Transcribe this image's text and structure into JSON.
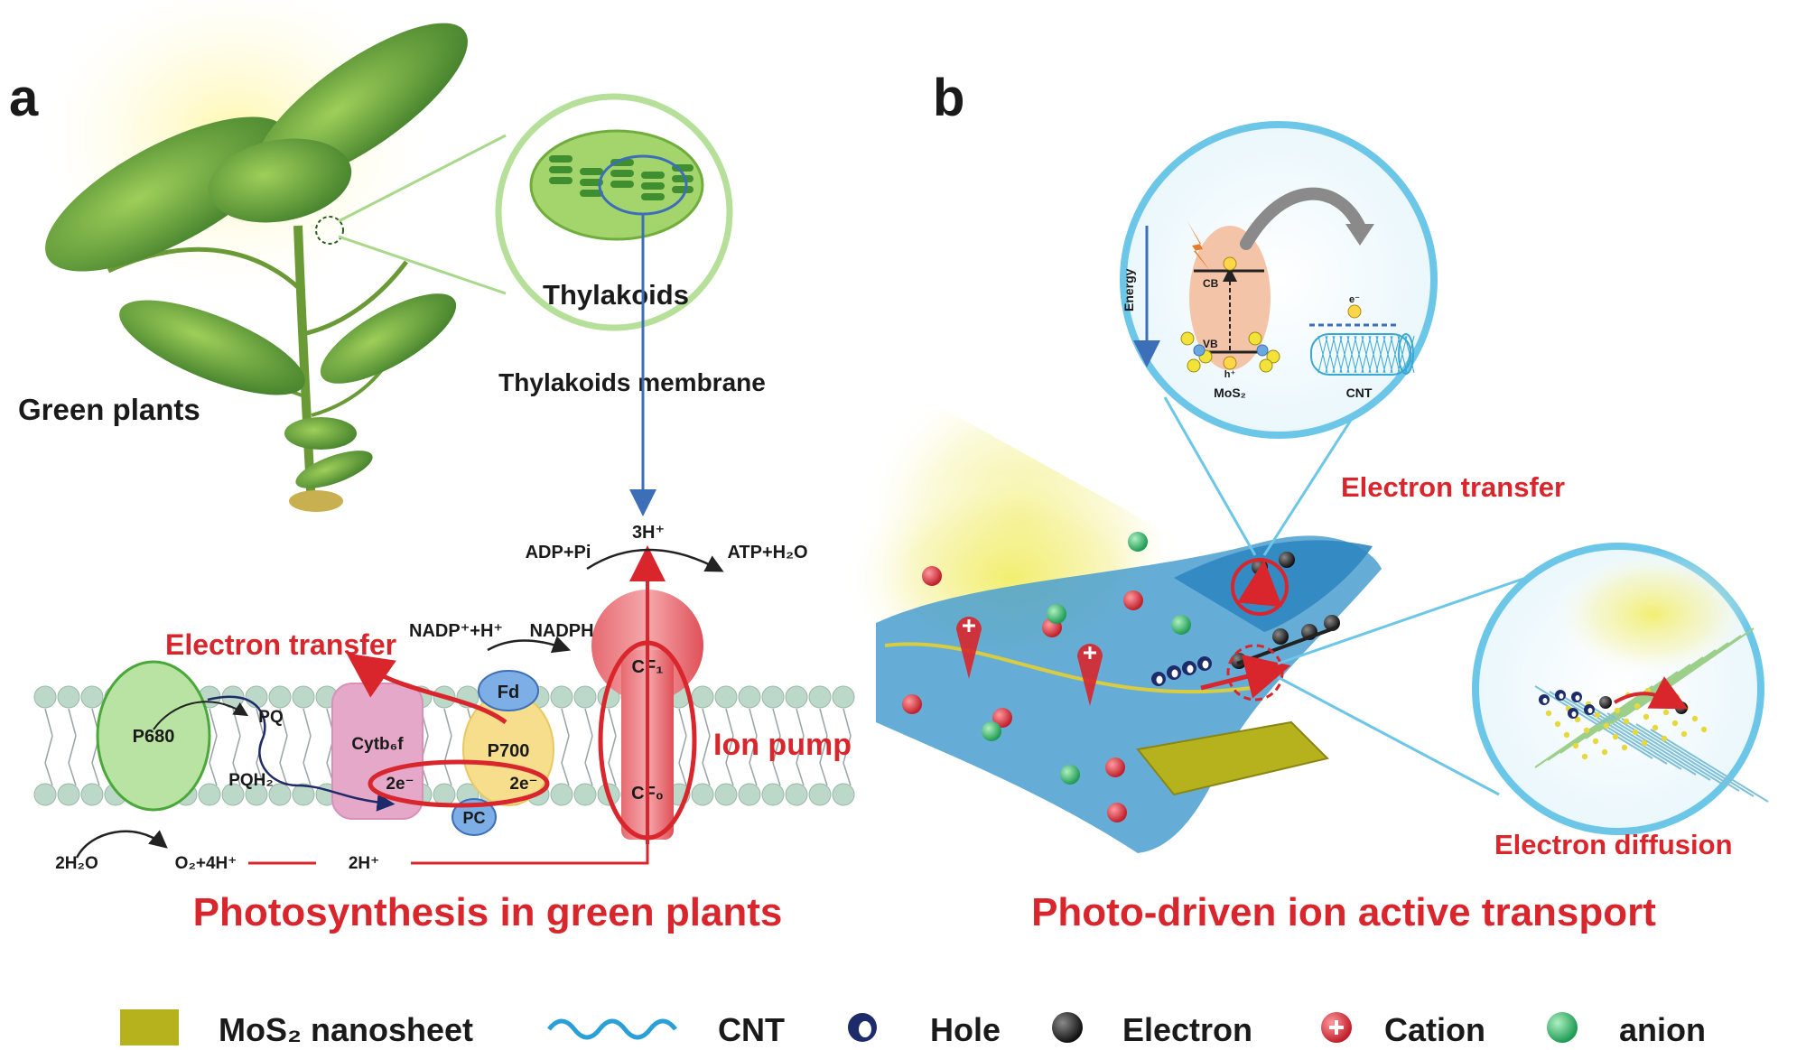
{
  "panel_a": {
    "letter": "a",
    "green_plants": "Green plants",
    "thylakoids": "Thylakoids",
    "thylakoids_membrane": "Thylakoids membrane",
    "h3": "3H⁺",
    "adp_pi": "ADP+Pi",
    "atp_h2o": "ATP+H₂O",
    "nadp_h": "NADP⁺+H⁺",
    "nadph": "NADPH",
    "electron_transfer": "Electron transfer",
    "fd": "Fd",
    "cf1": "CF₁",
    "ion_pump": "Ion pump",
    "p680": "P680",
    "pq": "PQ",
    "pqh2": "PQH₂",
    "cytb6f": "Cytb₆f",
    "e2_left": "2e⁻",
    "e2_right": "2e⁻",
    "p700": "P700",
    "pc": "PC",
    "cf0": "CF₀",
    "h2o": "2H₂O",
    "o2_h": "O₂+4H⁺",
    "h2": "2H⁺",
    "title": "Photosynthesis in green plants"
  },
  "panel_b": {
    "letter": "b",
    "energy": "Energy",
    "cb": "CB",
    "vb": "VB",
    "e_minus": "e⁻",
    "h_plus": "h⁺",
    "mos2": "MoS₂",
    "cnt": "CNT",
    "electron_transfer": "Electron transfer",
    "electron_diffusion": "Electron diffusion",
    "title": "Photo-driven ion active transport"
  },
  "legend": {
    "mos2_nanosheet": "MoS₂ nanosheet",
    "cnt": "CNT",
    "hole": "Hole",
    "electron": "Electron",
    "cation": "Cation",
    "anion": "anion"
  },
  "colors": {
    "accent_red": "#d8262c",
    "leaf_green": "#5e9b3a",
    "membrane_blue": "#3c7fb8",
    "mos2_yellow": "#b5b21e",
    "circle_cyan": "#6cc6e8"
  }
}
